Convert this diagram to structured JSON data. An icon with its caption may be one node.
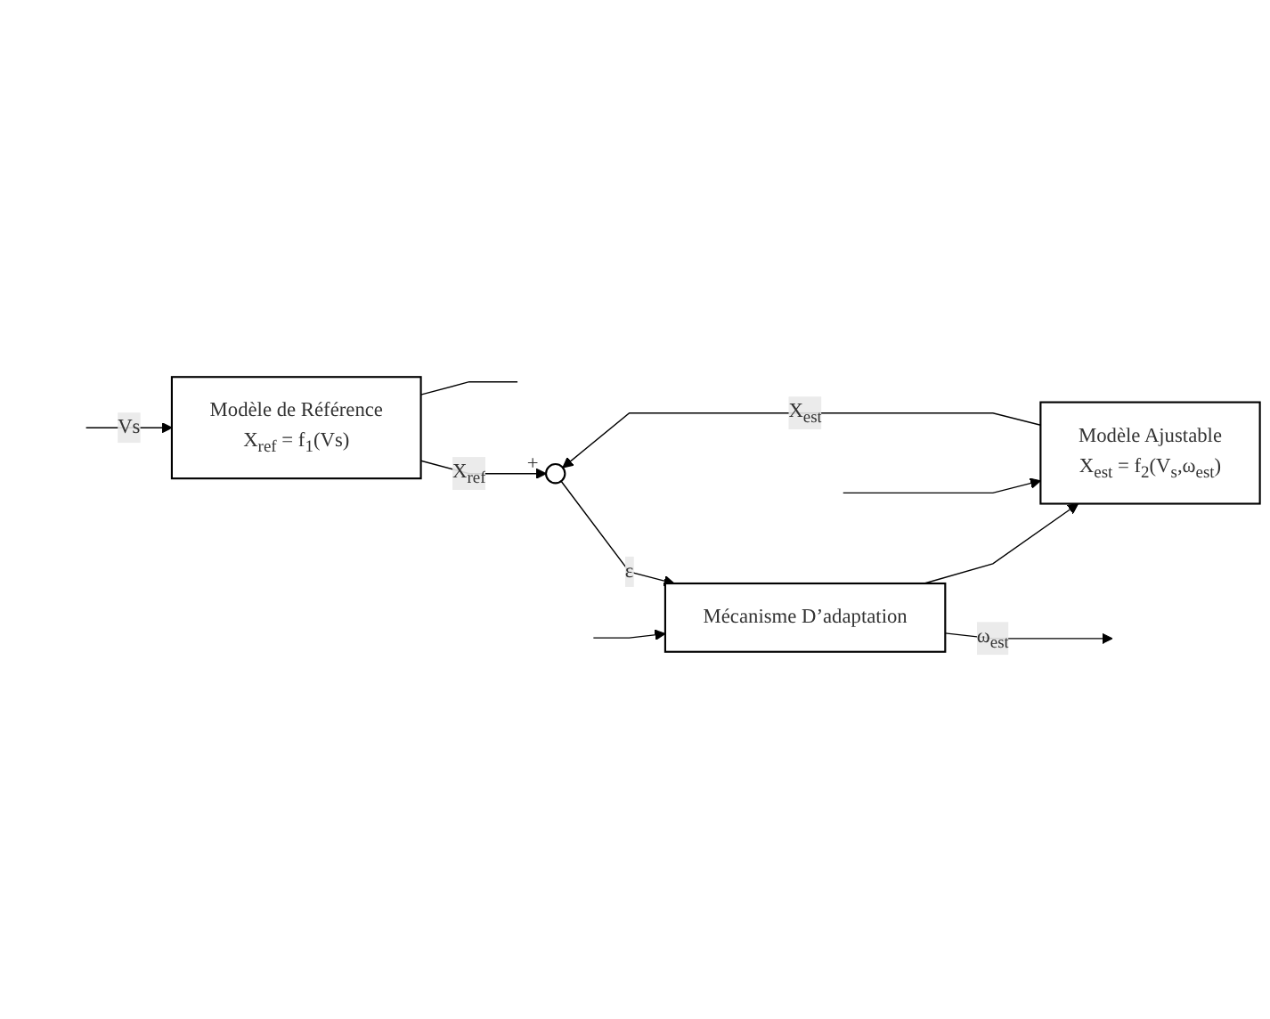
{
  "diagram": {
    "nodes": [
      {
        "text": [
          "Modèle de Référence",
          "X$_{ref}$ = f$_{1}$(Vs)"
        ]
      },
      {
        "text": [
          "Modèle Ajustable",
          "X$_{est}$ = f$_{2}$(V$_{s}$,ω$_{est}$)"
        ]
      },
      {
        "text": [],
        "shape": "circle",
        "beside": [
          "+"
        ]
      },
      {
        "text": [
          "Mécanisme D’adaptation"
        ]
      }
    ],
    "edges": [
      {
        "from": null,
        "to": 0,
        "arrow": "to",
        "label": "Vs"
      },
      {
        "from": null,
        "to": 1,
        "arrow": "to"
      },
      {
        "from": 0,
        "to": 2,
        "arrow": "to",
        "label": "X$_{ref}$"
      },
      {
        "from": 0,
        "to": null,
        "arrow": "none"
      },
      {
        "from": 1,
        "to": 2,
        "arrow": "to",
        "label": "X$_{est}$"
      },
      {
        "from": 2,
        "to": 3,
        "arrow": "to",
        "label": "ε"
      },
      {
        "from": null,
        "to": 3,
        "arrow": "to"
      },
      {
        "from": 3,
        "to": null,
        "arrow": "to",
        "label": "ω$_{est}$"
      },
      {
        "from": 3,
        "to": 1,
        "arrow": "to"
      }
    ]
  }
}
